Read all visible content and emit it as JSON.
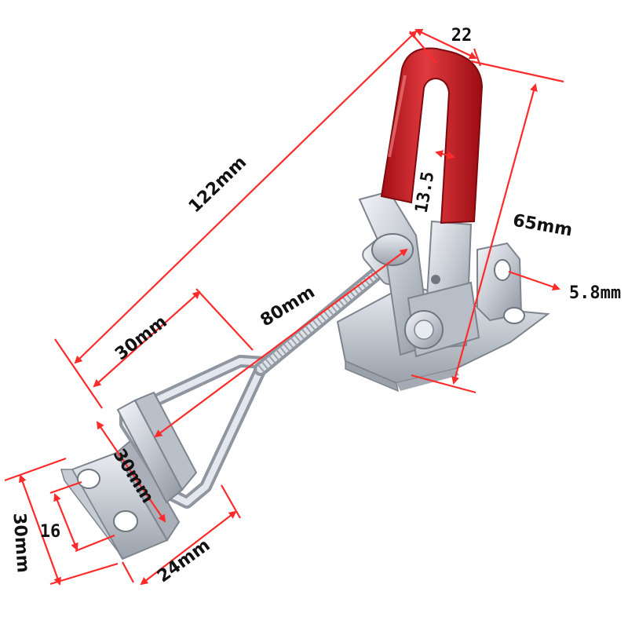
{
  "colors": {
    "background": "#ffffff",
    "dimension_line": "#ff2a2a",
    "handle_grip": "#c8161e",
    "steel": "#c9ced6",
    "steel_dark": "#8b929c",
    "text": "#111111"
  },
  "dimensions": {
    "overall_length": "122mm",
    "handle_width": "22",
    "handle_gap": "13.5",
    "height": "65mm",
    "hole_diameter": "5.8mm",
    "rod_length": "80mm",
    "loop_length": "30mm",
    "loop_width": "30mm",
    "catch_plate_height": "30mm",
    "catch_hole_spacing": "16",
    "catch_plate_width": "24mm"
  },
  "icons": {
    "product": "toggle-latch-clamp-icon",
    "arrowhead": "arrowhead-icon"
  }
}
